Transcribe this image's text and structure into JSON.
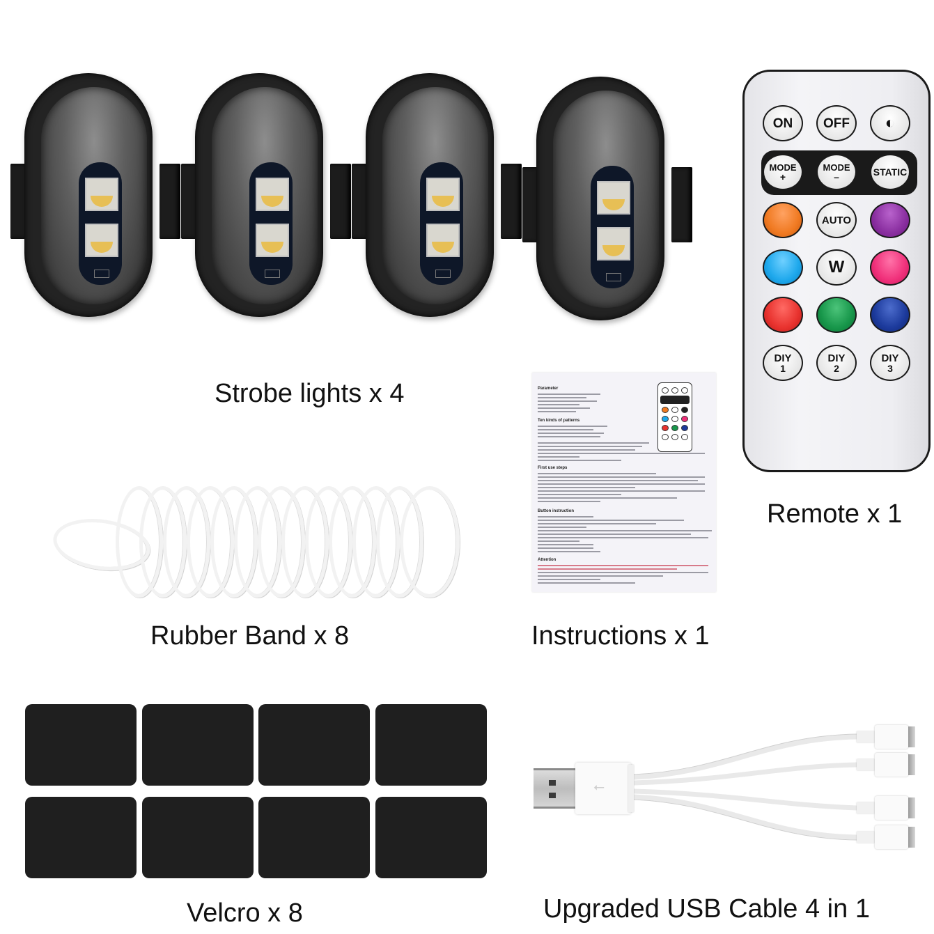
{
  "captions": {
    "strobe": "Strobe lights x 4",
    "remote": "Remote x 1",
    "rubber_band": "Rubber Band x 8",
    "instructions": "Instructions x 1",
    "velcro": "Velcro x 8",
    "usb_cable": "Upgraded USB Cable 4 in 1"
  },
  "strobe_lights": {
    "count": 4,
    "led_color": "#e7bf55",
    "housing_color": "#232323"
  },
  "remote": {
    "rows": [
      [
        {
          "label": "ON",
          "type": "text"
        },
        {
          "label": "OFF",
          "type": "text"
        },
        {
          "label": "brightness",
          "type": "icon",
          "icon": "brightness-icon"
        }
      ],
      [
        {
          "label": "MODE",
          "sub": "+",
          "type": "text"
        },
        {
          "label": "MODE",
          "sub": "–",
          "type": "text"
        },
        {
          "label": "STATIC",
          "type": "text"
        }
      ],
      [
        {
          "label": "",
          "type": "color",
          "color": "#f07a22"
        },
        {
          "label": "AUTO",
          "type": "text"
        },
        {
          "label": "",
          "type": "color",
          "color": "#8a2fa0"
        }
      ],
      [
        {
          "label": "",
          "type": "color",
          "color": "#1ea8ec"
        },
        {
          "label": "W",
          "type": "text"
        },
        {
          "label": "",
          "type": "color",
          "color": "#f0307a"
        }
      ],
      [
        {
          "label": "",
          "type": "color",
          "color": "#e8322e"
        },
        {
          "label": "",
          "type": "color",
          "color": "#17964a"
        },
        {
          "label": "",
          "type": "color",
          "color": "#1c3a9c"
        }
      ],
      [
        {
          "label": "DIY",
          "sub": "1",
          "type": "text"
        },
        {
          "label": "DIY",
          "sub": "2",
          "type": "text"
        },
        {
          "label": "DIY",
          "sub": "3",
          "type": "text"
        }
      ]
    ],
    "labels": {
      "on": "ON",
      "off": "OFF",
      "mode_plus": "MODE",
      "plus": "+",
      "mode_minus": "MODE",
      "minus": "–",
      "static": "STATIC",
      "auto": "AUTO",
      "w": "W",
      "diy": "DIY",
      "diy1": "1",
      "diy2": "2",
      "diy3": "3",
      "brightness_icon": "◐"
    },
    "colors": {
      "orange": "#f07a22",
      "purple": "#8a2fa0",
      "blue": "#1ea8ec",
      "pink": "#f0307a",
      "red": "#e8322e",
      "green": "#17964a",
      "dark_blue": "#1c3a9c"
    }
  },
  "instructions_sheet": {
    "sections": [
      "Parameter",
      "Ten kinds of patterns",
      "First use steps",
      "Button instruction",
      "Attention"
    ]
  },
  "velcro": {
    "count": 8,
    "color": "#1f1f1f"
  },
  "rubber_bands": {
    "count": 8
  },
  "usb_cable": {
    "outputs": 4,
    "symbol": "⭠"
  }
}
